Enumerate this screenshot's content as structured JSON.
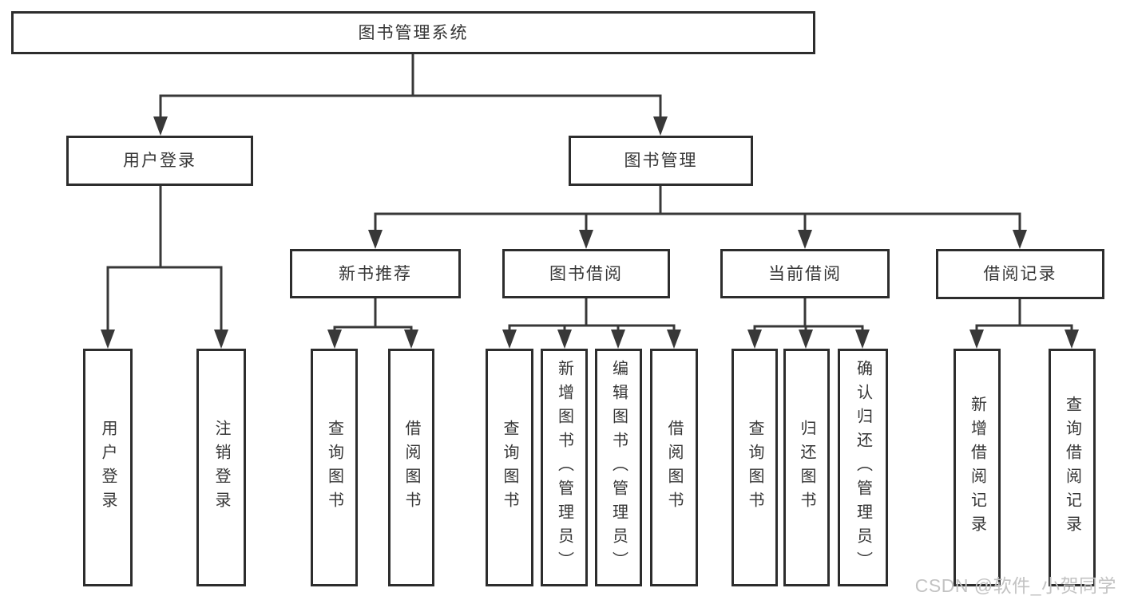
{
  "diagram": {
    "root": {
      "label": "图书管理系统"
    },
    "branches": [
      {
        "label": "用户登录",
        "children": [
          {
            "label": "用户登录"
          },
          {
            "label": "注销登录"
          }
        ]
      },
      {
        "label": "图书管理",
        "children": [
          {
            "label": "新书推荐",
            "children": [
              {
                "label": "查询图书"
              },
              {
                "label": "借阅图书"
              }
            ]
          },
          {
            "label": "图书借阅",
            "children": [
              {
                "label": "查询图书"
              },
              {
                "label": "新增图书（管理员）"
              },
              {
                "label": "编辑图书（管理员）"
              },
              {
                "label": "借阅图书"
              }
            ]
          },
          {
            "label": "当前借阅",
            "children": [
              {
                "label": "查询图书"
              },
              {
                "label": "归还图书"
              },
              {
                "label": "确认归还（管理员）"
              }
            ]
          },
          {
            "label": "借阅记录",
            "children": [
              {
                "label": "新增借阅记录"
              },
              {
                "label": "查询借阅记录"
              }
            ]
          }
        ]
      }
    ]
  },
  "watermark": {
    "text": "CSDN @软件_小贺同学"
  },
  "colors": {
    "line": "#383838",
    "box_border": "#2d2d2d",
    "text": "#363636",
    "watermark": "#c3c3c3",
    "background": "#ffffff"
  }
}
